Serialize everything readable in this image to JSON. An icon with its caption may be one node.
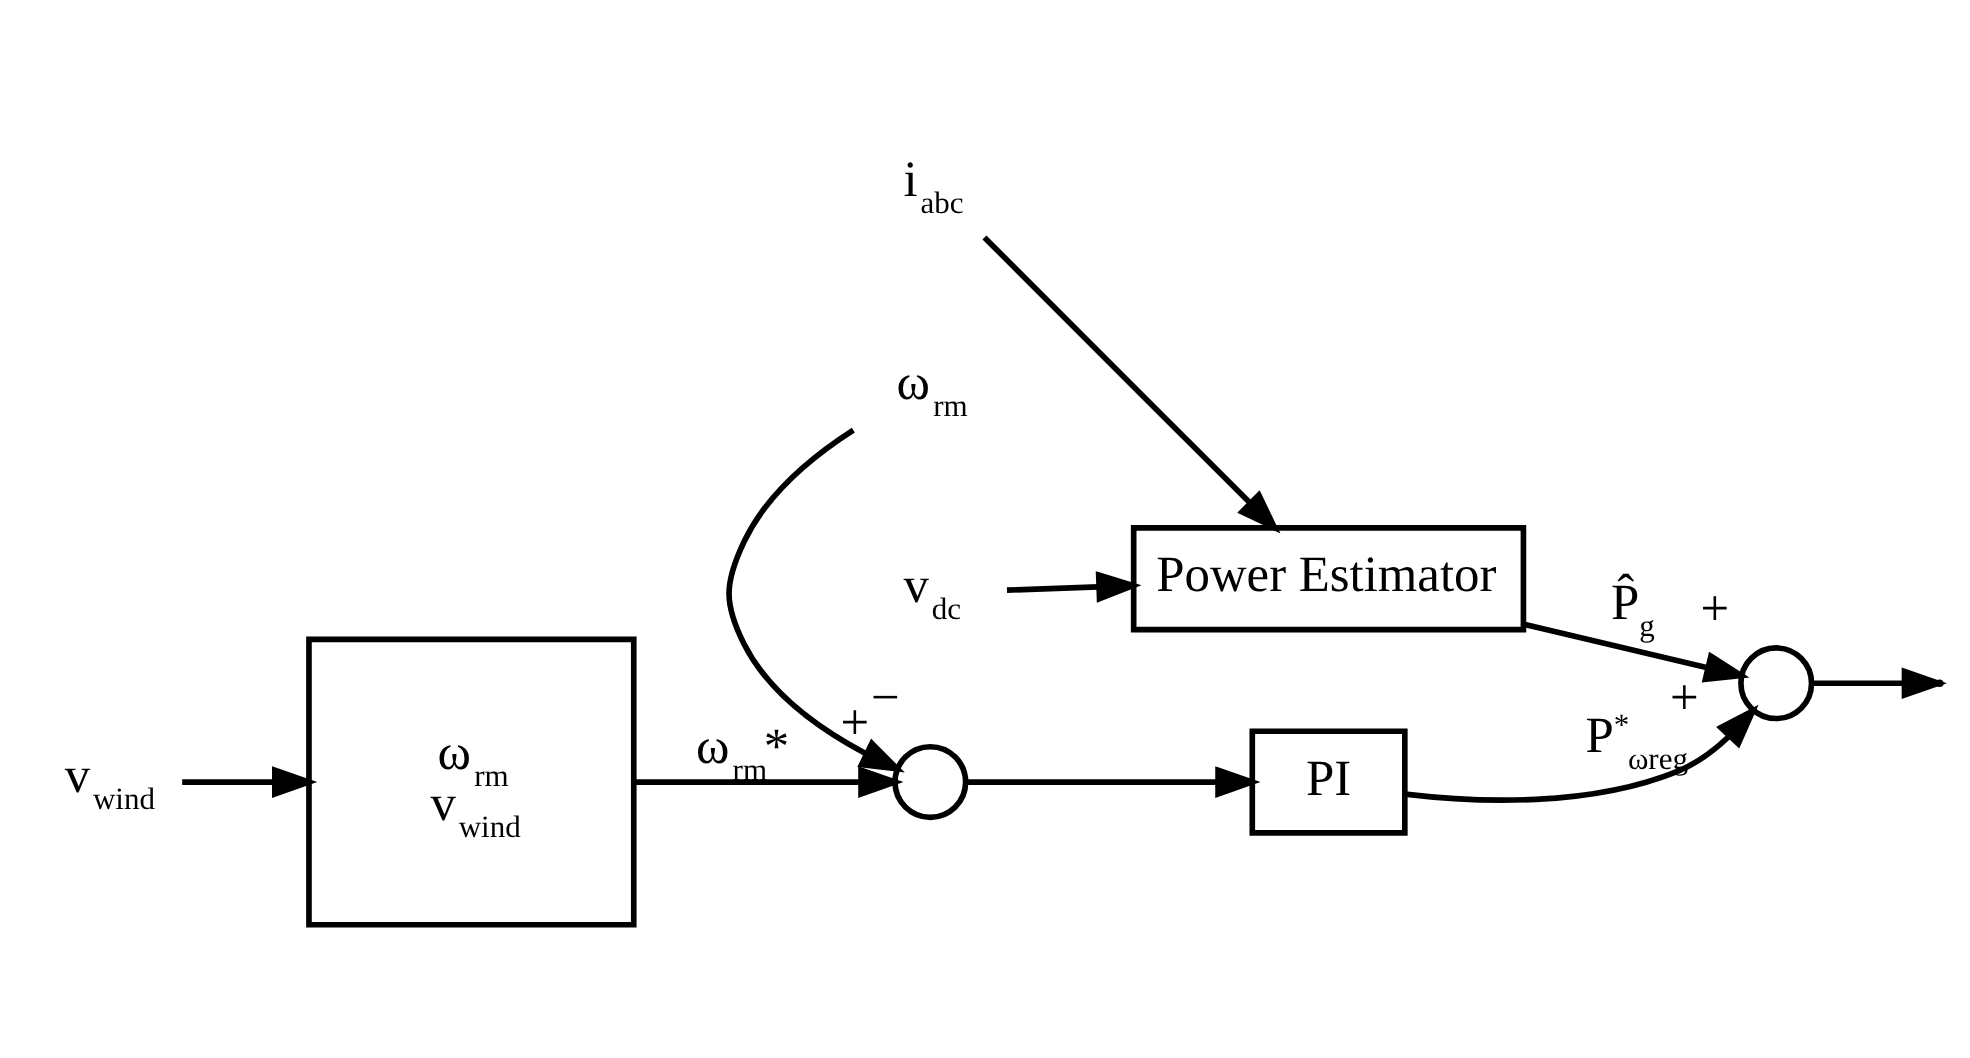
{
  "diagram": {
    "nodes": [
      {
        "text": [
          "v$_{dc}$"
        ]
      },
      {
        "text": [
          "i$_{abc}$"
        ]
      },
      {
        "text": [
          "Power Estimator"
        ]
      },
      {
        "text": [
          "v$_{wind}$"
        ]
      },
      {
        "text": [
          "ω$_{rm}$",
          "v$_{wind}$"
        ]
      },
      {
        "text": [],
        "shape": "circle",
        "beside": [
          "+",
          "−"
        ]
      },
      {
        "text": [
          "PI"
        ]
      },
      {
        "text": [],
        "shape": "circle",
        "beside": [
          "+",
          "+"
        ]
      },
      {
        "text": [
          "ω$_{rm}$"
        ]
      }
    ],
    "edges": [
      {
        "from": 0,
        "to": 2,
        "arrow": "to"
      },
      {
        "from": 1,
        "to": 2,
        "arrow": "to"
      },
      {
        "from": 3,
        "to": 4,
        "arrow": "to"
      },
      {
        "from": 4,
        "to": 5,
        "arrow": "to",
        "label": "ω$_{rm}$*"
      },
      {
        "from": 8,
        "to": 5,
        "arrow": "to"
      },
      {
        "from": 5,
        "to": 6,
        "arrow": "to"
      },
      {
        "from": 6,
        "to": 7,
        "arrow": "to",
        "label": "P$^{*}$$_{ωreg}$"
      },
      {
        "from": 2,
        "to": 7,
        "arrow": "to",
        "label": "P̂$_{g}$"
      },
      {
        "from": 7,
        "to": null,
        "arrow": "to"
      }
    ]
  }
}
